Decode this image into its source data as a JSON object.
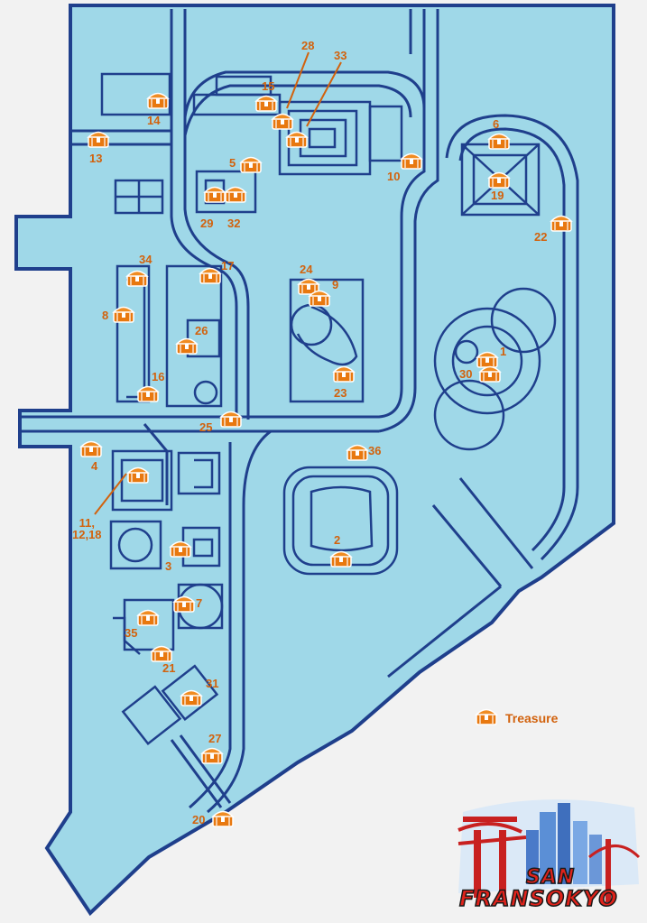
{
  "map": {
    "colors": {
      "water": "#9fd8e8",
      "outline": "#1f3f8c",
      "background": "#f2f2f2",
      "label": "#d2620d",
      "chest": "#e8780f"
    },
    "treasures": [
      {
        "id": "14",
        "label": "14"
      },
      {
        "id": "13",
        "label": "13"
      },
      {
        "id": "15",
        "label": "15"
      },
      {
        "id": "28",
        "label": "28"
      },
      {
        "id": "33",
        "label": "33"
      },
      {
        "id": "5",
        "label": "5"
      },
      {
        "id": "10",
        "label": "10"
      },
      {
        "id": "6",
        "label": "6"
      },
      {
        "id": "19",
        "label": "19"
      },
      {
        "id": "22",
        "label": "22"
      },
      {
        "id": "29",
        "label": "29"
      },
      {
        "id": "32",
        "label": "32"
      },
      {
        "id": "34",
        "label": "34"
      },
      {
        "id": "17",
        "label": "17"
      },
      {
        "id": "24",
        "label": "24"
      },
      {
        "id": "9",
        "label": "9"
      },
      {
        "id": "8",
        "label": "8"
      },
      {
        "id": "26",
        "label": "26"
      },
      {
        "id": "1",
        "label": "1"
      },
      {
        "id": "30",
        "label": "30"
      },
      {
        "id": "16",
        "label": "16"
      },
      {
        "id": "23",
        "label": "23"
      },
      {
        "id": "25",
        "label": "25"
      },
      {
        "id": "4",
        "label": "4"
      },
      {
        "id": "36",
        "label": "36"
      },
      {
        "id": "11_12_18",
        "label": "11,\n12,18"
      },
      {
        "id": "2",
        "label": "2"
      },
      {
        "id": "3",
        "label": "3"
      },
      {
        "id": "7",
        "label": "7"
      },
      {
        "id": "35",
        "label": "35"
      },
      {
        "id": "21",
        "label": "21"
      },
      {
        "id": "31",
        "label": "31"
      },
      {
        "id": "27",
        "label": "27"
      },
      {
        "id": "20",
        "label": "20"
      }
    ],
    "legend": {
      "label": "Treasure",
      "icon": "treasure-chest-icon"
    },
    "logo": {
      "line1": "SAN",
      "line2": "FRANSOKYO"
    }
  }
}
